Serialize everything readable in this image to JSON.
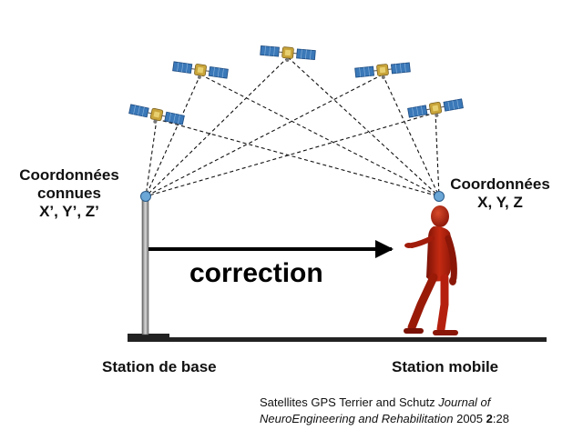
{
  "labels": {
    "base_coords_line1": "Coordonnées",
    "base_coords_line2": "connues",
    "base_coords_line3": "X’, Y’, Z’",
    "mobile_coords_line1": "Coordonnées",
    "mobile_coords_line2": "X, Y, Z",
    "correction": "correction",
    "base_station": "Station de base",
    "mobile_station": "Station mobile"
  },
  "credit": {
    "prefix": "Satellites GPS Terrier and Schutz ",
    "journal_part1": "Journal of",
    "journal_part2": "NeuroEngineering and Rehabilitation",
    "year": " 2005 ",
    "volume": "2",
    "pages": ":28"
  },
  "colors": {
    "satellite_panel": "#3a78b8",
    "satellite_body": "#c8a43a",
    "figure": "#b5200e",
    "antenna": "#6aa6d6",
    "pole": "#9a9a9a",
    "ground": "#222222"
  }
}
